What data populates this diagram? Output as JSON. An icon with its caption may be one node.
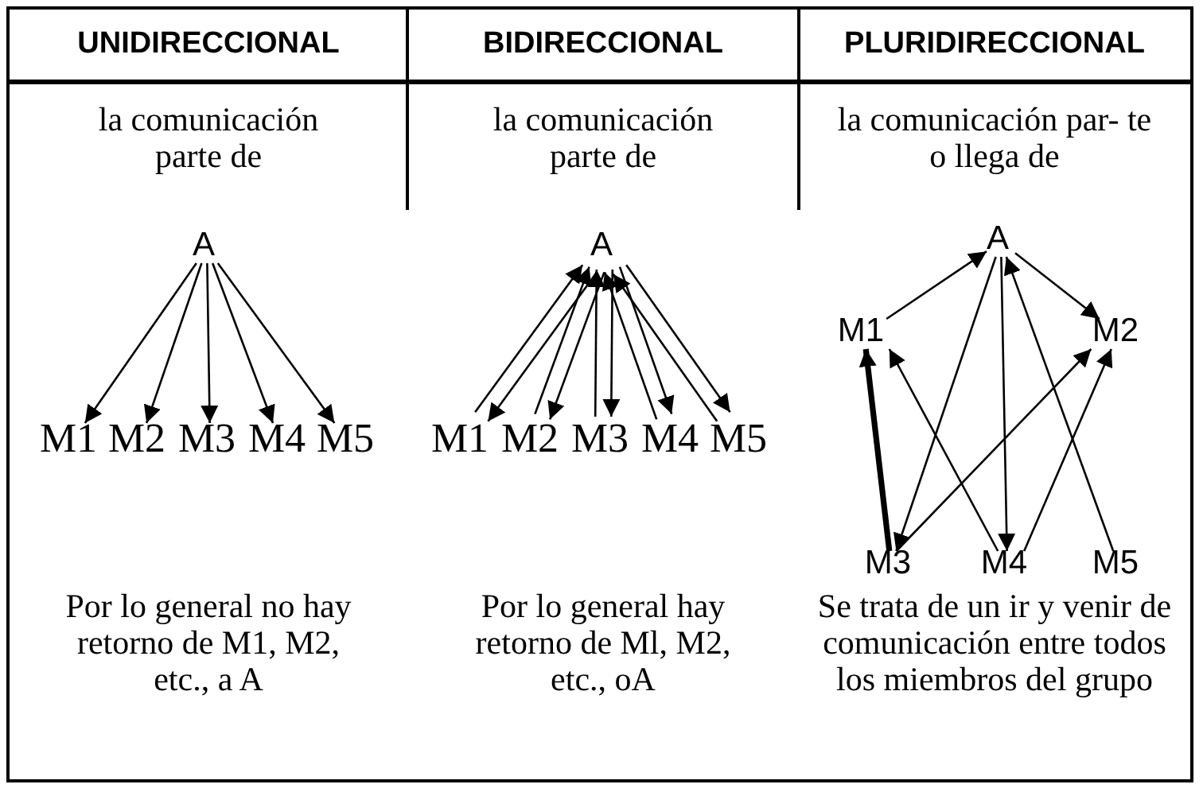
{
  "diagram": {
    "nodes": [
      {
        "text": [
          "A"
        ]
      },
      {
        "text": [
          "M1"
        ]
      },
      {
        "text": [
          "M2"
        ]
      },
      {
        "text": [
          "M3"
        ]
      },
      {
        "text": [
          "M4"
        ]
      },
      {
        "text": [
          "M5"
        ]
      },
      {
        "text": [
          "A"
        ]
      },
      {
        "text": [
          "M1"
        ]
      },
      {
        "text": [
          "M2"
        ]
      },
      {
        "text": [
          "M3"
        ]
      },
      {
        "text": [
          "M4"
        ]
      },
      {
        "text": [
          "M5"
        ]
      },
      {
        "text": [
          "A"
        ]
      },
      {
        "text": [
          "M1"
        ]
      },
      {
        "text": [
          "M2"
        ]
      },
      {
        "text": [
          "M3"
        ]
      },
      {
        "text": [
          "M4"
        ]
      },
      {
        "text": [
          "M5"
        ]
      }
    ],
    "edges": [
      {
        "from": 0,
        "to": 1,
        "arrow": "to"
      },
      {
        "from": 0,
        "to": 2,
        "arrow": "to"
      },
      {
        "from": 0,
        "to": 3,
        "arrow": "to"
      },
      {
        "from": 0,
        "to": 4,
        "arrow": "to"
      },
      {
        "from": 0,
        "to": 5,
        "arrow": "to"
      },
      {
        "from": 6,
        "to": 7,
        "arrow": "to"
      },
      {
        "from": 7,
        "to": 6,
        "arrow": "to"
      },
      {
        "from": 6,
        "to": 8,
        "arrow": "to"
      },
      {
        "from": 8,
        "to": 6,
        "arrow": "to"
      },
      {
        "from": 6,
        "to": 9,
        "arrow": "to"
      },
      {
        "from": 9,
        "to": 6,
        "arrow": "to"
      },
      {
        "from": 6,
        "to": 10,
        "arrow": "to"
      },
      {
        "from": 10,
        "to": 6,
        "arrow": "to"
      },
      {
        "from": 6,
        "to": 11,
        "arrow": "to"
      },
      {
        "from": 11,
        "to": 6,
        "arrow": "to"
      },
      {
        "from": 13,
        "to": 12,
        "arrow": "to"
      },
      {
        "from": 12,
        "to": 14,
        "arrow": "to"
      },
      {
        "from": 12,
        "to": 15,
        "arrow": "to"
      },
      {
        "from": 12,
        "to": 16,
        "arrow": "to"
      },
      {
        "from": 17,
        "to": 12,
        "arrow": "to"
      },
      {
        "from": 15,
        "to": 13,
        "arrow": "to",
        "style": "thick"
      },
      {
        "from": 16,
        "to": 13,
        "arrow": "to"
      },
      {
        "from": 15,
        "to": 14,
        "arrow": "to"
      },
      {
        "from": 16,
        "to": 14,
        "arrow": "to"
      }
    ],
    "labels": [
      "UNIDIRECCIONAL",
      "BIDIRECCIONAL",
      "PLURIDIRECCIONAL",
      "la comunicación parte de",
      "la comunicación parte de",
      "la comunicación par- te o llega de",
      "Por lo general no hay retorno de M1, M2, etc., a A",
      "Por lo general hay retorno de Ml, M2, etc., oA",
      "Se trata de un ir y venir de comunicación entre todos los miembros del grupo"
    ]
  }
}
